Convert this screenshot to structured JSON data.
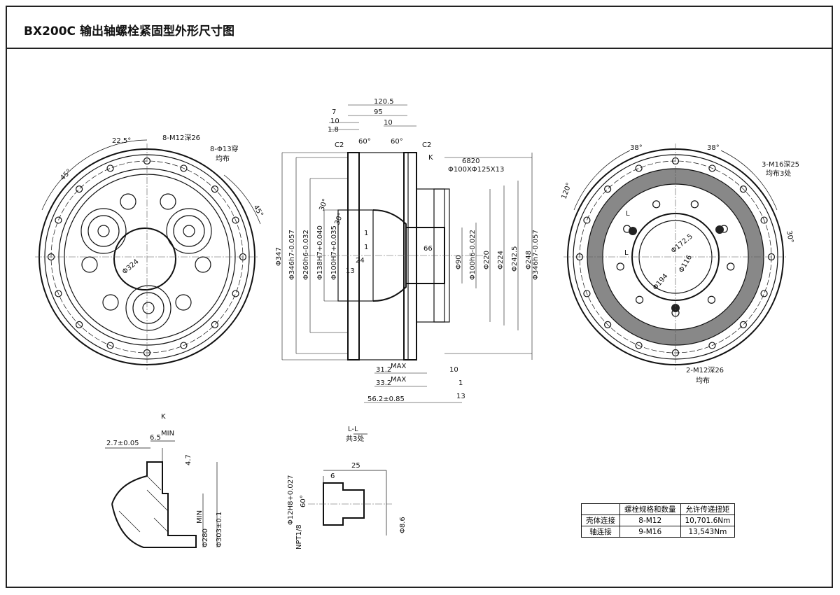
{
  "title": "BX200C  输出轴螺栓紧固型外形尺寸图",
  "left_view": {
    "a1": "22.5°",
    "a2": "45°",
    "a3": "45°",
    "bolt": "8-M12深26",
    "holes": "8-Φ13穿",
    "even": "均布",
    "dia": "Φ324"
  },
  "side_view": {
    "d120": "120.5",
    "d7": "7",
    "d95": "95",
    "d10a": "10",
    "d10b": "10",
    "d18": "1.8",
    "c2a": "C2",
    "c2b": "C2",
    "a60a": "60°",
    "a60b": "60°",
    "k": "K",
    "bearing": "6820",
    "seal": "Φ100XΦ125X13",
    "a30a": "30°",
    "a30b": "30°",
    "dl": [
      "Φ347",
      "Φ346h7-0.057",
      "Φ260h6-0.032",
      "Φ138H7+0.040",
      "Φ100H7+0.035"
    ],
    "inner": [
      "1",
      "1",
      "24",
      "13",
      "66"
    ],
    "dr": [
      "Φ90",
      "Φ100h6-0.022",
      "Φ220",
      "Φ224",
      "Φ242.5",
      "Φ248",
      "Φ346h7-0.057"
    ],
    "bottom": [
      "31.2",
      "MAX",
      "33.2",
      "MAX",
      "56.2±0.85",
      "10",
      "1",
      "13"
    ]
  },
  "right_view": {
    "a38a": "38°",
    "a38b": "38°",
    "m16": "3-M16深25",
    "m16e": "均布3处",
    "a120": "120°",
    "a30": "30°",
    "l1": "L",
    "l2": "L",
    "d1725": "Φ172.5",
    "d116": "Φ116",
    "d194": "Φ194",
    "m12": "2-M12深26",
    "m12e": "均布"
  },
  "detail_k": {
    "label": "K",
    "d27": "2.7±0.05",
    "d65": "6.5",
    "min": "MIN",
    "d47": "4.7",
    "d280": "Φ280",
    "min2": "MIN",
    "d303": "Φ303±0.1"
  },
  "detail_l": {
    "label": "L-L",
    "sub": "共3处",
    "d25": "25",
    "d6": "6",
    "d12": "Φ12H8+0.027",
    "a60": "60°",
    "npt": "NPT1/8",
    "d86": "Φ8.6"
  },
  "table": {
    "headers": [
      "",
      "螺栓规格和数量",
      "允许传递扭矩"
    ],
    "rows": [
      [
        "壳体连接",
        "8-M12",
        "10,701.6Nm"
      ],
      [
        "轴连接",
        "9-M16",
        "13,543Nm"
      ]
    ]
  }
}
